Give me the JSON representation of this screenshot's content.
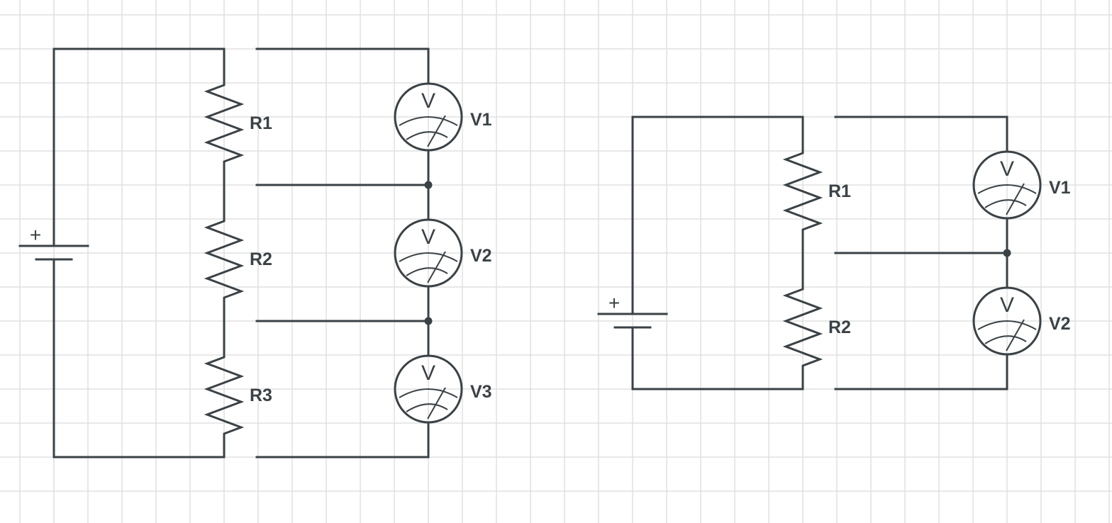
{
  "diagram": {
    "type": "circuit-schematic",
    "colors": {
      "wire": "#3a4246",
      "grid": "#e0e0e0",
      "background": "#ffffff"
    },
    "circuits": [
      {
        "id": "circuit-3-resistors",
        "battery": {
          "polarity_symbol": "+"
        },
        "resistors": [
          {
            "label": "R1"
          },
          {
            "label": "R2"
          },
          {
            "label": "R3"
          }
        ],
        "voltmeters": [
          {
            "symbol": "V",
            "label": "V1"
          },
          {
            "symbol": "V",
            "label": "V2"
          },
          {
            "symbol": "V",
            "label": "V3"
          }
        ]
      },
      {
        "id": "circuit-2-resistors",
        "battery": {
          "polarity_symbol": "+"
        },
        "resistors": [
          {
            "label": "R1"
          },
          {
            "label": "R2"
          }
        ],
        "voltmeters": [
          {
            "symbol": "V",
            "label": "V1"
          },
          {
            "symbol": "V",
            "label": "V2"
          }
        ]
      }
    ]
  }
}
